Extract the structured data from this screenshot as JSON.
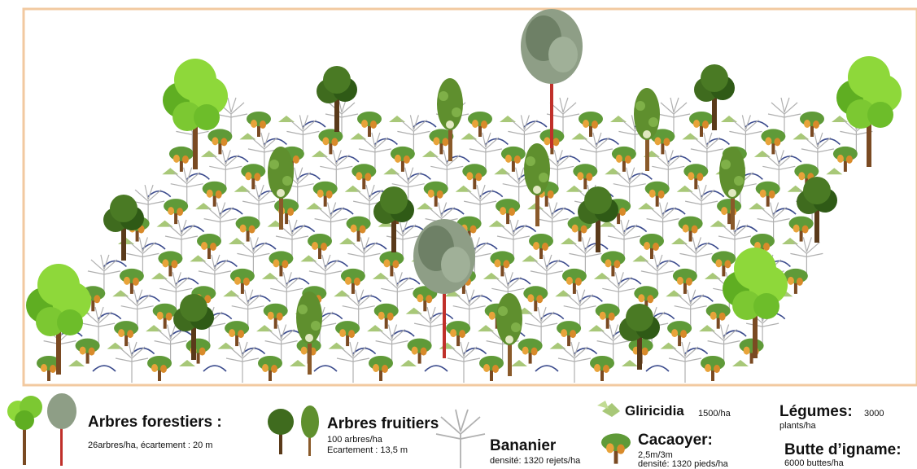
{
  "colors": {
    "frame": "#f2c9a0",
    "forest_leaf": "#8ed83a",
    "forest_leaf_dark": "#5fae22",
    "fruit_leaf": "#3f6b1e",
    "fruit_leaf_light": "#5f8f2e",
    "trunk": "#7a4a22",
    "red_trunk": "#c0302a",
    "mound": "#3a4a8c",
    "gliricidia": "#a8c878",
    "cacao_pod": "#e8a33a"
  },
  "legend": {
    "forest": {
      "title": "Arbres forestiers :",
      "detail": "26arbres/ha, écartement : 20 m"
    },
    "fruit": {
      "title": "Arbres fruitiers",
      "detail1": "100 arbres/ha",
      "detail2": "Ecartement : 13,5 m"
    },
    "banana": {
      "title": "Bananier",
      "detail": "densité: 1320 rejets/ha"
    },
    "gliricidia": {
      "title": "Gliricidia",
      "detail": "1500/ha"
    },
    "cacao": {
      "title": "Cacaoyer:",
      "detail1": "2,5m/3m",
      "detail2": "densité: 1320 pieds/ha"
    },
    "vegetables": {
      "title": "Légumes:",
      "detail1": "3000",
      "detail2": "plants/ha"
    },
    "yam": {
      "title": "Butte d’igname:",
      "detail": "6000 buttes/ha"
    }
  }
}
